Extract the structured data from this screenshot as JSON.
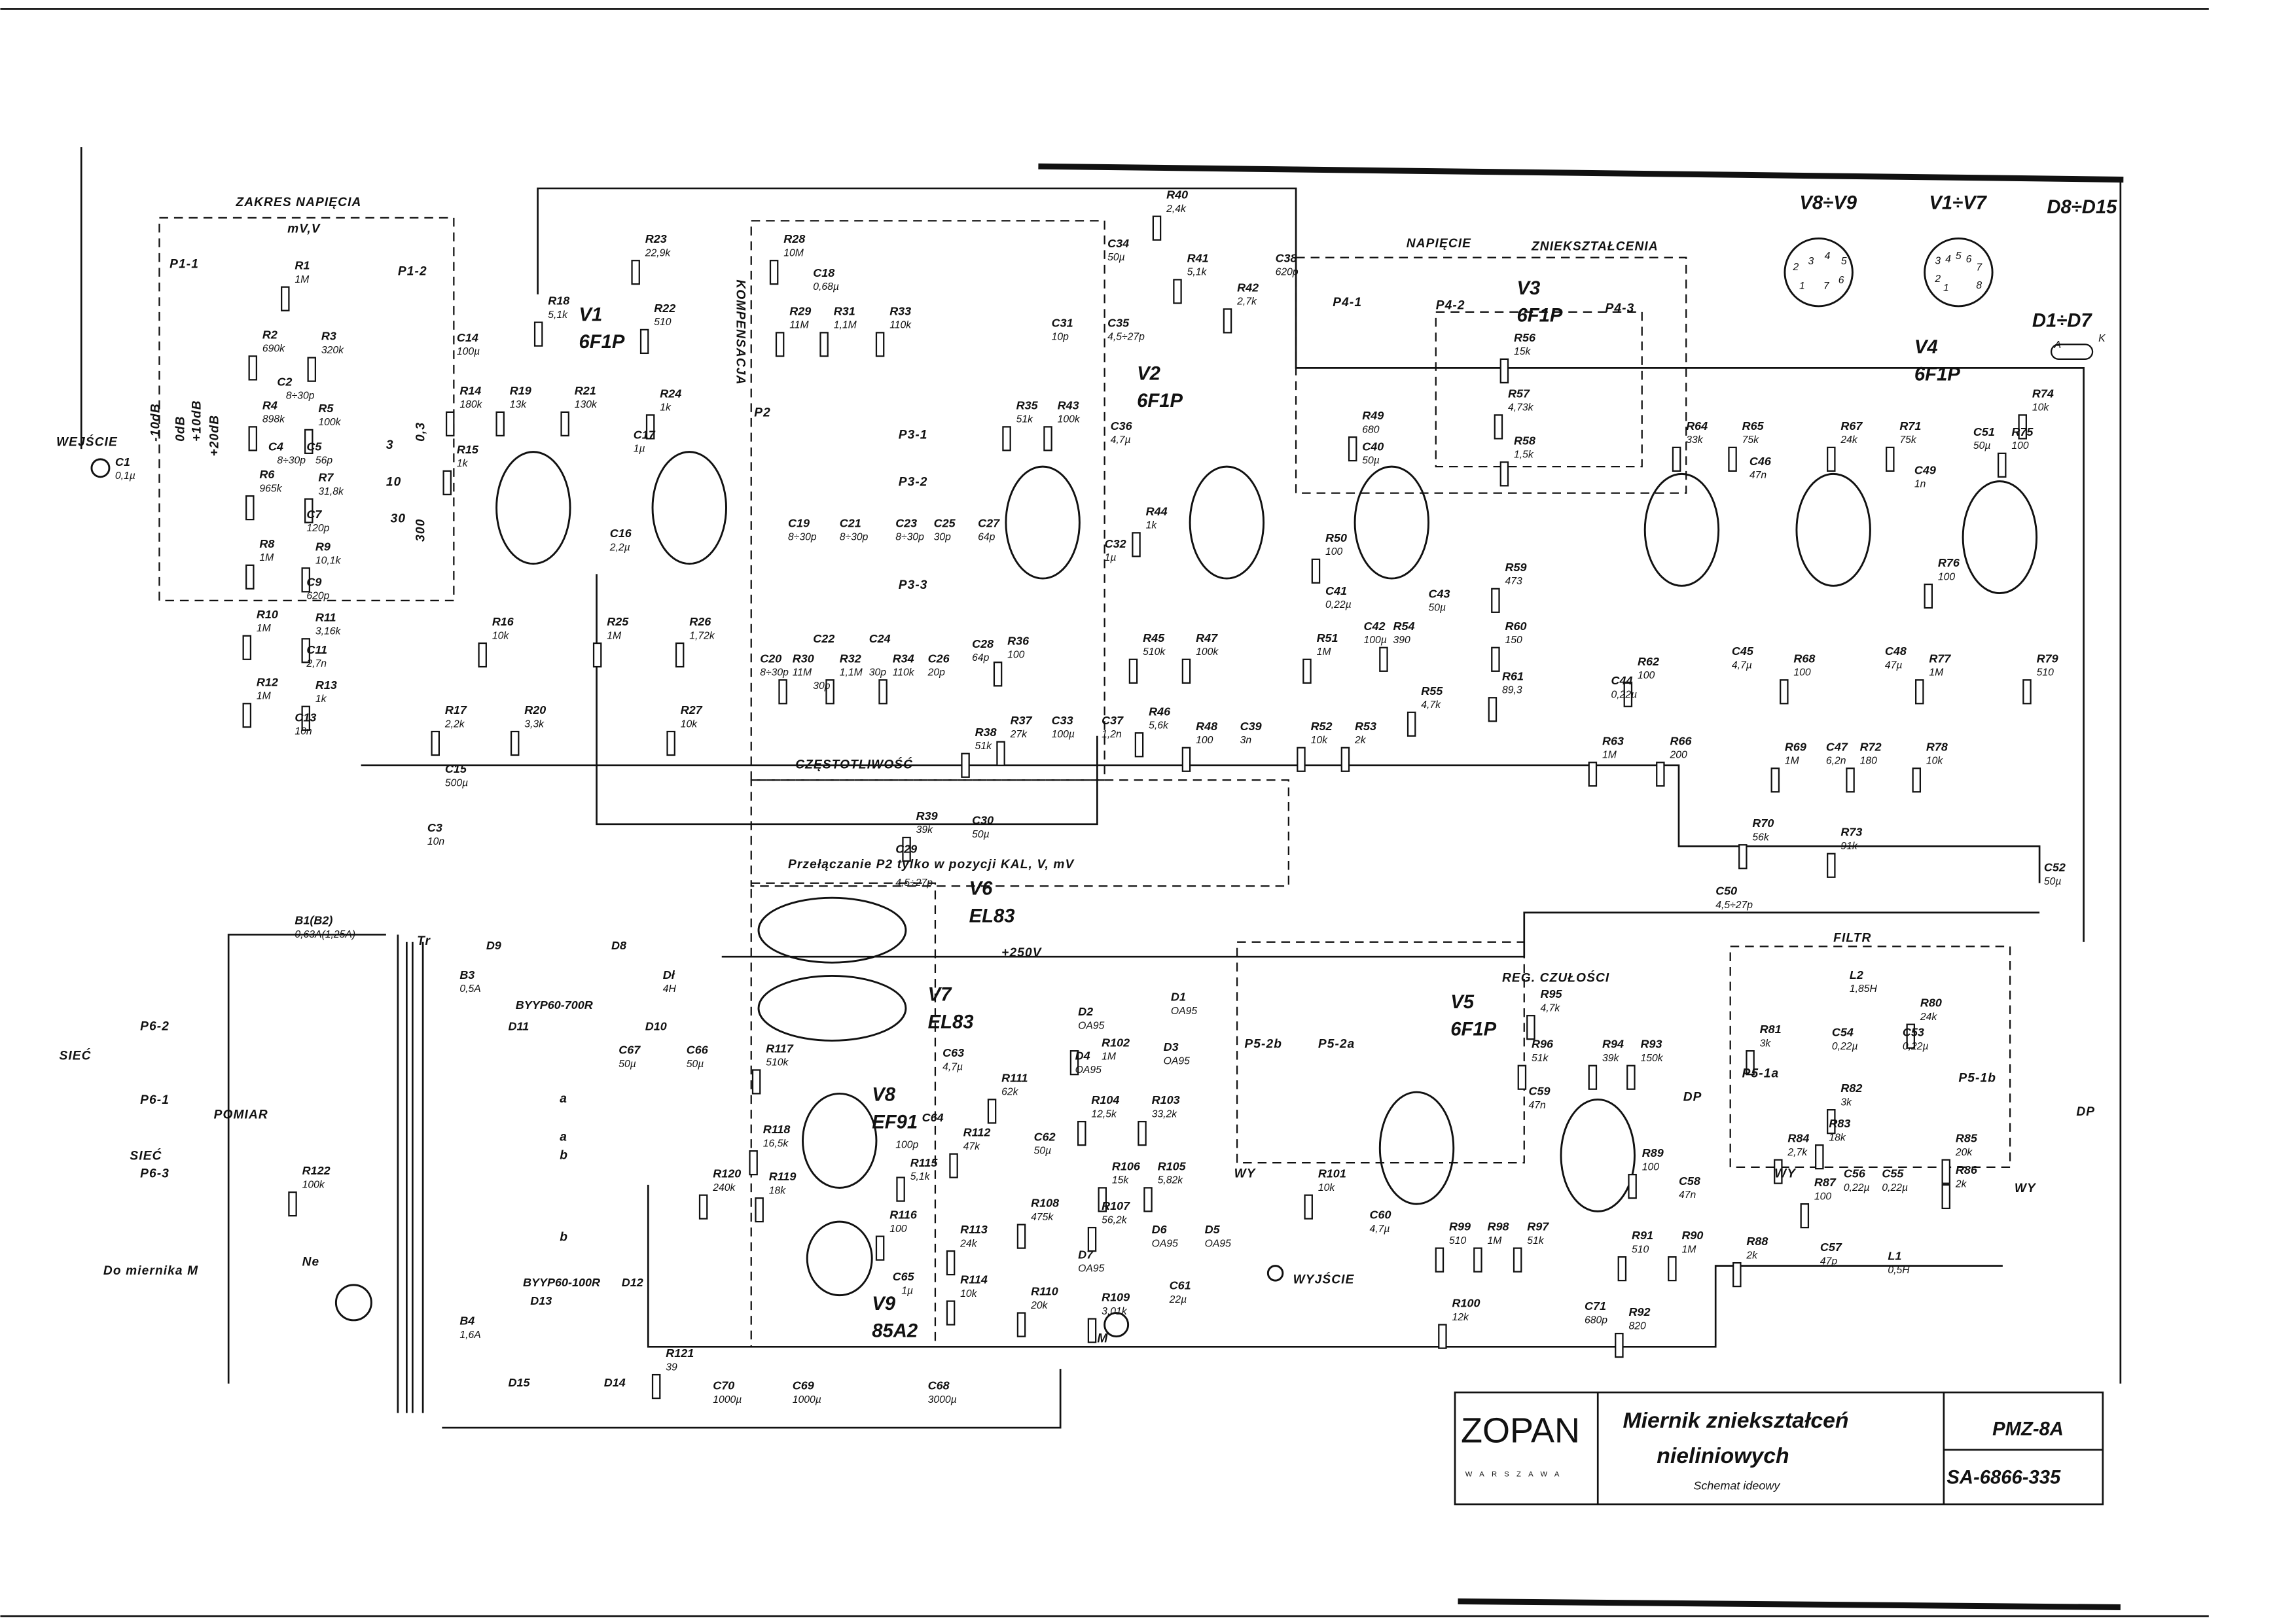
{
  "title_block": {
    "logo": "ZOPAN",
    "city": "WARSZAWA",
    "title_line1": "Miernik zniekształceń",
    "title_line2": "nieliniowych",
    "subtitle": "Schemat ideowy",
    "model": "PMZ-8A",
    "drawing_no": "SA-6866-335"
  },
  "sections": [
    "ZAKRES NAPIĘCIA",
    "mV,V",
    "P1-1",
    "P1-2",
    "WEJŚCIE",
    "KOMPENSACJA",
    "P2",
    "P3-1",
    "P3-2",
    "P3-3",
    "CZĘSTOTLIWOŚĆ",
    "Przełączanie P2 tylko w pozycji KAL, V, mV",
    "NAPIĘCIE",
    "ZNIEKSZTAŁCENIA",
    "P4-1",
    "P4-2",
    "P4-3",
    "FILTR",
    "REG. CZUŁOŚCI",
    "P5-2b",
    "P5-2a",
    "P5-1a",
    "P5-1b",
    "WYJŚCIE",
    "WY",
    "WY",
    "WY",
    "DP",
    "DP",
    "P6-2",
    "P6-1",
    "P6-3",
    "SIEĆ",
    "SIEĆ",
    "POMIAR",
    "Do miernika M",
    "Tr",
    "Ne",
    "+250V",
    "-10dB",
    "0dB",
    "+10dB",
    "+20dB",
    "0,3",
    "3",
    "10",
    "30",
    "300",
    "a",
    "a",
    "b",
    "b",
    "M"
  ],
  "tubes": [
    {
      "ref": "V1",
      "type": "6F1P"
    },
    {
      "ref": "V2",
      "type": "6F1P"
    },
    {
      "ref": "V3",
      "type": "6F1P"
    },
    {
      "ref": "V4",
      "type": "6F1P"
    },
    {
      "ref": "V5",
      "type": "6F1P"
    },
    {
      "ref": "V6",
      "type": "EL83"
    },
    {
      "ref": "V7",
      "type": "EL83"
    },
    {
      "ref": "V8",
      "type": "EF91"
    },
    {
      "ref": "V9",
      "type": "85A2"
    }
  ],
  "legend": {
    "v8_v9": "V8÷V9",
    "v1_v7": "V1÷V7",
    "d8_d15": "D8÷D15",
    "d1_d7": "D1÷D7",
    "anode": "A",
    "cathode": "K",
    "v8_pins": [
      "1",
      "2",
      "3",
      "4",
      "5",
      "6",
      "7"
    ],
    "v1_pins": [
      "1",
      "2",
      "3",
      "4",
      "5",
      "6",
      "7",
      "8"
    ]
  },
  "components": [
    {
      "ref": "R1",
      "value": "1M"
    },
    {
      "ref": "R2",
      "value": "690k"
    },
    {
      "ref": "R3",
      "value": "320k"
    },
    {
      "ref": "R4",
      "value": "898k"
    },
    {
      "ref": "R5",
      "value": "100k"
    },
    {
      "ref": "R6",
      "value": "965k"
    },
    {
      "ref": "R7",
      "value": "31,8k"
    },
    {
      "ref": "R8",
      "value": "1M"
    },
    {
      "ref": "R9",
      "value": "10,1k"
    },
    {
      "ref": "R10",
      "value": "1M"
    },
    {
      "ref": "R11",
      "value": "3,16k"
    },
    {
      "ref": "R12",
      "value": "1M"
    },
    {
      "ref": "R13",
      "value": "1k"
    },
    {
      "ref": "C1",
      "value": "0,1µ"
    },
    {
      "ref": "C2",
      "value": "8÷30p"
    },
    {
      "ref": "C4",
      "value": "8÷30p"
    },
    {
      "ref": "C5",
      "value": "56p"
    },
    {
      "ref": "C7",
      "value": "120p"
    },
    {
      "ref": "C9",
      "value": "620p"
    },
    {
      "ref": "C11",
      "value": "2,7n"
    },
    {
      "ref": "C13",
      "value": "10n"
    },
    {
      "ref": "C14",
      "value": "100µ"
    },
    {
      "ref": "R14",
      "value": "180k"
    },
    {
      "ref": "R15",
      "value": "1k"
    },
    {
      "ref": "R16",
      "value": "10k"
    },
    {
      "ref": "R17",
      "value": "2,2k"
    },
    {
      "ref": "R18",
      "value": "5,1k"
    },
    {
      "ref": "R19",
      "value": "13k"
    },
    {
      "ref": "R20",
      "value": "3,3k"
    },
    {
      "ref": "R21",
      "value": "130k"
    },
    {
      "ref": "C15",
      "value": "500µ"
    },
    {
      "ref": "C3",
      "value": "10n"
    },
    {
      "ref": "C16",
      "value": "2,2µ"
    },
    {
      "ref": "C17",
      "value": "1µ"
    },
    {
      "ref": "R25",
      "value": "1M"
    },
    {
      "ref": "R23",
      "value": "22,9k"
    },
    {
      "ref": "R22",
      "value": "510"
    },
    {
      "ref": "R24",
      "value": "1k"
    },
    {
      "ref": "R26",
      "value": "1,72k"
    },
    {
      "ref": "R27",
      "value": "10k"
    },
    {
      "ref": "R28",
      "value": "10M"
    },
    {
      "ref": "C18",
      "value": "0,68µ"
    },
    {
      "ref": "R29",
      "value": "11M"
    },
    {
      "ref": "R31",
      "value": "1,1M"
    },
    {
      "ref": "R33",
      "value": "110k"
    },
    {
      "ref": "C19",
      "value": "8÷30p"
    },
    {
      "ref": "C21",
      "value": "8÷30p"
    },
    {
      "ref": "C23",
      "value": "8÷30p"
    },
    {
      "ref": "C25",
      "value": "30p"
    },
    {
      "ref": "C27",
      "value": "64p"
    },
    {
      "ref": "C20",
      "value": "8÷30p"
    },
    {
      "ref": "R30",
      "value": "11M"
    },
    {
      "ref": "R32",
      "value": "1,1M"
    },
    {
      "ref": "R34",
      "value": "110k"
    },
    {
      "ref": "C22",
      "value": "30p"
    },
    {
      "ref": "C24",
      "value": "30p"
    },
    {
      "ref": "C26",
      "value": "20p"
    },
    {
      "ref": "C28",
      "value": "64p"
    },
    {
      "ref": "R38",
      "value": "51k"
    },
    {
      "ref": "R39",
      "value": "39k"
    },
    {
      "ref": "C29",
      "value": "4,5÷27p"
    },
    {
      "ref": "C30",
      "value": "50µ"
    },
    {
      "ref": "C31",
      "value": "10p"
    },
    {
      "ref": "C35",
      "value": "4,5÷27p"
    },
    {
      "ref": "R35",
      "value": "51k"
    },
    {
      "ref": "R43",
      "value": "100k"
    },
    {
      "ref": "C36",
      "value": "4,7µ"
    },
    {
      "ref": "C32",
      "value": "1µ"
    },
    {
      "ref": "R44",
      "value": "1k"
    },
    {
      "ref": "R36",
      "value": "100"
    },
    {
      "ref": "R37",
      "value": "27k"
    },
    {
      "ref": "C33",
      "value": "100µ"
    },
    {
      "ref": "C37",
      "value": "1,2n"
    },
    {
      "ref": "R45",
      "value": "510k"
    },
    {
      "ref": "R46",
      "value": "5,6k"
    },
    {
      "ref": "R47",
      "value": "100k"
    },
    {
      "ref": "R48",
      "value": "100"
    },
    {
      "ref": "C39",
      "value": "3n"
    },
    {
      "ref": "R40",
      "value": "2,4k"
    },
    {
      "ref": "C34",
      "value": "50µ"
    },
    {
      "ref": "R41",
      "value": "5,1k"
    },
    {
      "ref": "R42",
      "value": "2,7k"
    },
    {
      "ref": "C38",
      "value": "620p"
    },
    {
      "ref": "R49",
      "value": "680"
    },
    {
      "ref": "C40",
      "value": "50µ"
    },
    {
      "ref": "R50",
      "value": "100"
    },
    {
      "ref": "C41",
      "value": "0,22µ"
    },
    {
      "ref": "R51",
      "value": "1M"
    },
    {
      "ref": "R52",
      "value": "10k"
    },
    {
      "ref": "R53",
      "value": "2k"
    },
    {
      "ref": "C42",
      "value": "100µ"
    },
    {
      "ref": "R54",
      "value": "390"
    },
    {
      "ref": "C43",
      "value": "50µ"
    },
    {
      "ref": "R55",
      "value": "4,7k"
    },
    {
      "ref": "R56",
      "value": "15k"
    },
    {
      "ref": "R57",
      "value": "4,73k"
    },
    {
      "ref": "R58",
      "value": "1,5k"
    },
    {
      "ref": "R59",
      "value": "473"
    },
    {
      "ref": "R60",
      "value": "150"
    },
    {
      "ref": "R61",
      "value": "89,3"
    },
    {
      "ref": "R62",
      "value": "100"
    },
    {
      "ref": "C44",
      "value": "0,22µ"
    },
    {
      "ref": "R63",
      "value": "1M"
    },
    {
      "ref": "R64",
      "value": "33k"
    },
    {
      "ref": "R65",
      "value": "75k"
    },
    {
      "ref": "C46",
      "value": "47n"
    },
    {
      "ref": "R67",
      "value": "24k"
    },
    {
      "ref": "R71",
      "value": "75k"
    },
    {
      "ref": "C49",
      "value": "1n"
    },
    {
      "ref": "C51",
      "value": "50µ"
    },
    {
      "ref": "R75",
      "value": "100"
    },
    {
      "ref": "R74",
      "value": "10k"
    },
    {
      "ref": "C45",
      "value": "4,7µ"
    },
    {
      "ref": "R66",
      "value": "200"
    },
    {
      "ref": "R68",
      "value": "100"
    },
    {
      "ref": "C48",
      "value": "47µ"
    },
    {
      "ref": "R69",
      "value": "1M"
    },
    {
      "ref": "C47",
      "value": "6,2n"
    },
    {
      "ref": "R72",
      "value": "180"
    },
    {
      "ref": "R76",
      "value": "100"
    },
    {
      "ref": "R77",
      "value": "1M"
    },
    {
      "ref": "R79",
      "value": "510"
    },
    {
      "ref": "R78",
      "value": "10k"
    },
    {
      "ref": "R70",
      "value": "56k"
    },
    {
      "ref": "R73",
      "value": "91k"
    },
    {
      "ref": "C50",
      "value": "4,5÷27p"
    },
    {
      "ref": "C52",
      "value": "50µ"
    },
    {
      "ref": "B1(B2)",
      "value": "0,63A(1,25A)"
    },
    {
      "ref": "B3",
      "value": "0,5A"
    },
    {
      "ref": "D9",
      "value": ""
    },
    {
      "ref": "D8",
      "value": ""
    },
    {
      "ref": "D11",
      "value": ""
    },
    {
      "ref": "D10",
      "value": ""
    },
    {
      "ref": "BYYP60-700R",
      "value": ""
    },
    {
      "ref": "Dł",
      "value": "4H"
    },
    {
      "ref": "C67",
      "value": "50µ"
    },
    {
      "ref": "C66",
      "value": "50µ"
    },
    {
      "ref": "R122",
      "value": "100k"
    },
    {
      "ref": "B4",
      "value": "1,6A"
    },
    {
      "ref": "BYYP60-100R",
      "value": ""
    },
    {
      "ref": "D13",
      "value": ""
    },
    {
      "ref": "D12",
      "value": ""
    },
    {
      "ref": "D15",
      "value": ""
    },
    {
      "ref": "D14",
      "value": ""
    },
    {
      "ref": "R121",
      "value": "39"
    },
    {
      "ref": "C70",
      "value": "1000µ"
    },
    {
      "ref": "C69",
      "value": "1000µ"
    },
    {
      "ref": "C68",
      "value": "3000µ"
    },
    {
      "ref": "R117",
      "value": "510k"
    },
    {
      "ref": "R118",
      "value": "16,5k"
    },
    {
      "ref": "R119",
      "value": "18k"
    },
    {
      "ref": "R120",
      "value": "240k"
    },
    {
      "ref": "C64",
      "value": "100p"
    },
    {
      "ref": "R115",
      "value": "5,1k"
    },
    {
      "ref": "R116",
      "value": "100"
    },
    {
      "ref": "C65",
      "value": "1µ"
    },
    {
      "ref": "C63",
      "value": "4,7µ"
    },
    {
      "ref": "R111",
      "value": "62k"
    },
    {
      "ref": "R112",
      "value": "47k"
    },
    {
      "ref": "C62",
      "value": "50µ"
    },
    {
      "ref": "R113",
      "value": "24k"
    },
    {
      "ref": "R114",
      "value": "10k"
    },
    {
      "ref": "D2",
      "value": "OA95"
    },
    {
      "ref": "D1",
      "value": "OA95"
    },
    {
      "ref": "D4",
      "value": "OA95"
    },
    {
      "ref": "D3",
      "value": "OA95"
    },
    {
      "ref": "R102",
      "value": "1M"
    },
    {
      "ref": "R104",
      "value": "12,5k"
    },
    {
      "ref": "R103",
      "value": "33,2k"
    },
    {
      "ref": "R106",
      "value": "15k"
    },
    {
      "ref": "R105",
      "value": "5,82k"
    },
    {
      "ref": "R107",
      "value": "56,2k"
    },
    {
      "ref": "D6",
      "value": "OA95"
    },
    {
      "ref": "D5",
      "value": "OA95"
    },
    {
      "ref": "D7",
      "value": "OA95"
    },
    {
      "ref": "R108",
      "value": "475k"
    },
    {
      "ref": "R110",
      "value": "20k"
    },
    {
      "ref": "R109",
      "value": "3,01k"
    },
    {
      "ref": "C61",
      "value": "22µ"
    },
    {
      "ref": "R101",
      "value": "10k"
    },
    {
      "ref": "C60",
      "value": "4,7µ"
    },
    {
      "ref": "R95",
      "value": "4,7k"
    },
    {
      "ref": "R96",
      "value": "51k"
    },
    {
      "ref": "C59",
      "value": "47n"
    },
    {
      "ref": "R94",
      "value": "39k"
    },
    {
      "ref": "R93",
      "value": "150k"
    },
    {
      "ref": "R99",
      "value": "510"
    },
    {
      "ref": "R98",
      "value": "1M"
    },
    {
      "ref": "R97",
      "value": "51k"
    },
    {
      "ref": "R100",
      "value": "12k"
    },
    {
      "ref": "R89",
      "value": "100"
    },
    {
      "ref": "C58",
      "value": "47n"
    },
    {
      "ref": "R91",
      "value": "510"
    },
    {
      "ref": "R90",
      "value": "1M"
    },
    {
      "ref": "C71",
      "value": "680p"
    },
    {
      "ref": "R92",
      "value": "820"
    },
    {
      "ref": "L2",
      "value": "1,85H"
    },
    {
      "ref": "R80",
      "value": "24k"
    },
    {
      "ref": "R81",
      "value": "3k"
    },
    {
      "ref": "C54",
      "value": "0,22µ"
    },
    {
      "ref": "C53",
      "value": "0,22µ"
    },
    {
      "ref": "R84",
      "value": "2,7k"
    },
    {
      "ref": "R82",
      "value": "3k"
    },
    {
      "ref": "R83",
      "value": "18k"
    },
    {
      "ref": "R85",
      "value": "20k"
    },
    {
      "ref": "R86",
      "value": "2k"
    },
    {
      "ref": "R87",
      "value": "100"
    },
    {
      "ref": "C56",
      "value": "0,22µ"
    },
    {
      "ref": "C55",
      "value": "0,22µ"
    },
    {
      "ref": "C57",
      "value": "47p"
    },
    {
      "ref": "R88",
      "value": "2k"
    },
    {
      "ref": "L1",
      "value": "0,5H"
    }
  ]
}
